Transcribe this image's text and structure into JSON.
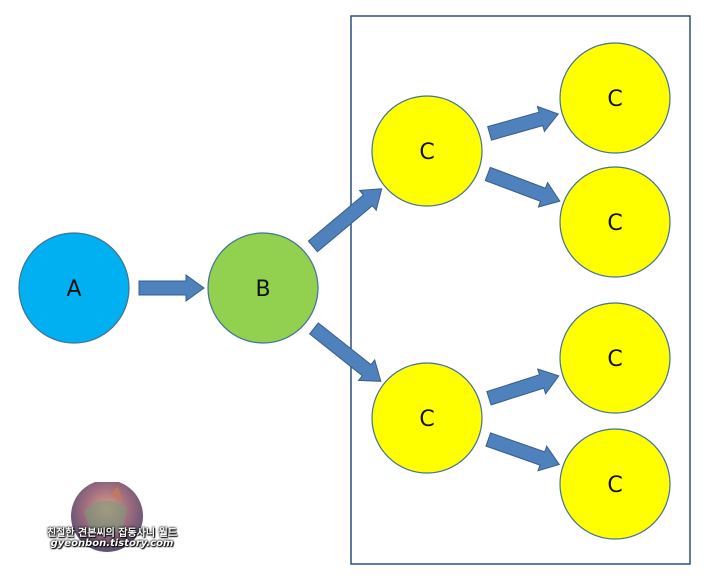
{
  "diagram": {
    "nodes": {
      "a": {
        "label": "A",
        "color": "#00B0F0"
      },
      "b": {
        "label": "B",
        "color": "#92D050"
      },
      "c_upper": {
        "label": "C",
        "color": "#FFFF00"
      },
      "c_lower": {
        "label": "C",
        "color": "#FFFF00"
      },
      "c_upper_1": {
        "label": "C",
        "color": "#FFFF00"
      },
      "c_upper_2": {
        "label": "C",
        "color": "#FFFF00"
      },
      "c_lower_1": {
        "label": "C",
        "color": "#FFFF00"
      },
      "c_lower_2": {
        "label": "C",
        "color": "#FFFF00"
      }
    },
    "edges": [
      {
        "from": "a",
        "to": "b"
      },
      {
        "from": "b",
        "to": "c_upper"
      },
      {
        "from": "b",
        "to": "c_lower"
      },
      {
        "from": "c_upper",
        "to": "c_upper_1"
      },
      {
        "from": "c_upper",
        "to": "c_upper_2"
      },
      {
        "from": "c_lower",
        "to": "c_lower_1"
      },
      {
        "from": "c_lower",
        "to": "c_lower_2"
      }
    ],
    "colors": {
      "arrow_fill": "#4F81BD",
      "arrow_stroke": "#385D8A",
      "node_stroke": "#41719C",
      "container_border": "#2F4F7F"
    }
  },
  "watermark": {
    "line1": "친절한 견본씨의 잡동사니 월드",
    "line2": "gyeonbon.tistory.com"
  }
}
